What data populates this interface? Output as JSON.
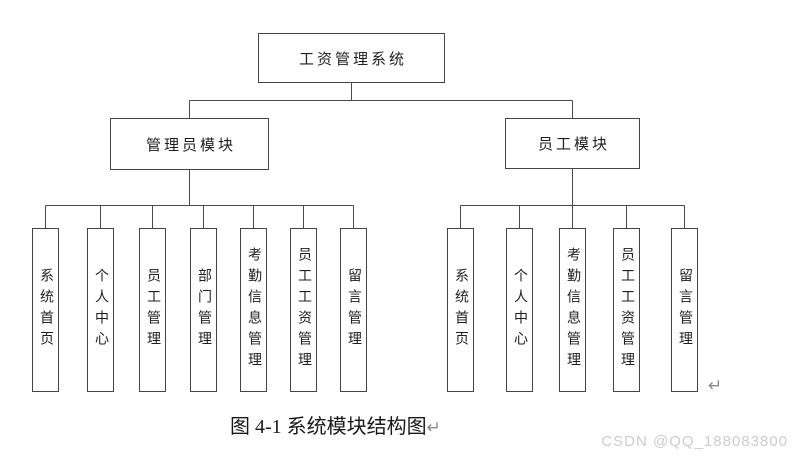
{
  "diagram": {
    "root": {
      "label": "工资管理系统"
    },
    "branches": [
      {
        "label": "管理员模块",
        "children": [
          {
            "label": "系统首页"
          },
          {
            "label": "个人中心"
          },
          {
            "label": "员工管理"
          },
          {
            "label": "部门管理"
          },
          {
            "label": "考勤信息管理"
          },
          {
            "label": "员工工资管理"
          },
          {
            "label": "留言管理"
          }
        ]
      },
      {
        "label": "员工模块",
        "children": [
          {
            "label": "系统首页"
          },
          {
            "label": "个人中心"
          },
          {
            "label": "考勤信息管理"
          },
          {
            "label": "员工工资管理"
          },
          {
            "label": "留言管理"
          }
        ]
      }
    ],
    "caption": {
      "text": "图 4-1  系统模块结构图",
      "return_mark": "↵"
    },
    "floating_return_mark": "↵",
    "watermark": "CSDN @QQ_188083800",
    "colors": {
      "line": "#4a4a4a",
      "box_border": "#454545",
      "text": "#1f1f1f",
      "watermark": "#cdcdcd",
      "background": "#ffffff"
    }
  }
}
